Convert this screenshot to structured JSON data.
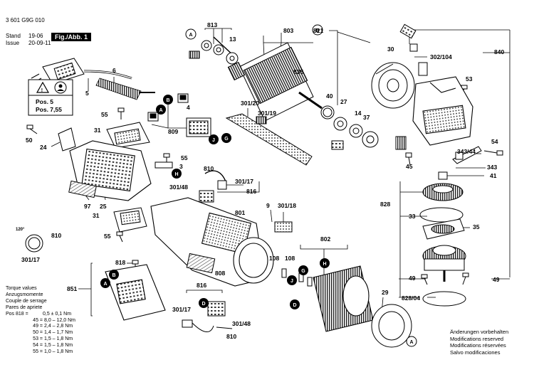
{
  "header": {
    "doc_number": "3 601 G9G 010",
    "stand_label": "Stand",
    "stand_value": "19-06",
    "issue_label": "Issue",
    "issue_value": "20-09-11",
    "figure_label": "Fig./Abb. 1"
  },
  "warnings": {
    "pos_line1": "Pos. 5",
    "pos_line2": "Pos. 7,55"
  },
  "callout_letters": {
    "A": "A",
    "B": "B",
    "D": "D",
    "G": "G",
    "H": "H",
    "J": "J"
  },
  "part_labels": {
    "p813": "813",
    "p803": "803",
    "p821": "821",
    "p13": "13",
    "p835": "835",
    "p30": "30",
    "p840": "840",
    "p302_104": "302/104",
    "p6": "6",
    "p5": "5",
    "p40": "40",
    "p27": "27",
    "p14": "14",
    "p37": "37",
    "p53": "53",
    "p301_20": "301/20",
    "p301_19": "301/19",
    "p4": "4",
    "p55a": "55",
    "p809": "809",
    "p31a": "31",
    "p50": "50",
    "p24": "24",
    "p55b": "55",
    "p54": "54",
    "p343_44": "343/44",
    "p45": "45",
    "p3": "3",
    "p343": "343",
    "p41": "41",
    "p810a": "810",
    "p301_17a": "301/17",
    "p301_48a": "301/48",
    "p816a": "816",
    "p828": "828",
    "p97": "97",
    "p25": "25",
    "p801": "801",
    "p9": "9",
    "p301_18": "301/18",
    "p31b": "31",
    "p33": "33",
    "p35": "35",
    "p120": "120°",
    "p810b": "810",
    "p55c": "55",
    "p802": "802",
    "p301_17b": "301/17",
    "p818": "818",
    "p108a": "108",
    "p108b": "108",
    "p808": "808",
    "p851": "851",
    "p49a": "49",
    "p49b": "49",
    "p816b": "816",
    "p29": "29",
    "p828_04": "828/04",
    "p301_17c": "301/17",
    "p301_48b": "301/48",
    "p810c": "810"
  },
  "torque_table": {
    "headings": [
      "Torque values",
      "Anzugsmomente",
      "Couple de serrage",
      "Pares de apriete"
    ],
    "rows": [
      {
        "pos": "Pos 818 =",
        "value": "0,5 ± 0,1 Nm"
      },
      {
        "pos": "45 =",
        "value": "8,0 – 12,0 Nm"
      },
      {
        "pos": "49 =",
        "value": "2,4 – 2,8 Nm"
      },
      {
        "pos": "50 =",
        "value": "1,4 – 1,7 Nm"
      },
      {
        "pos": "53 =",
        "value": "1,5 – 1,8 Nm"
      },
      {
        "pos": "54 =",
        "value": "1,5 – 1,8 Nm"
      },
      {
        "pos": "55 =",
        "value": "1,0 – 1,8 Nm"
      }
    ]
  },
  "modifications": [
    "Änderungen vorbehalten",
    "Modifications reserved",
    "Modifications réservées",
    "Salvo modificaciones"
  ]
}
